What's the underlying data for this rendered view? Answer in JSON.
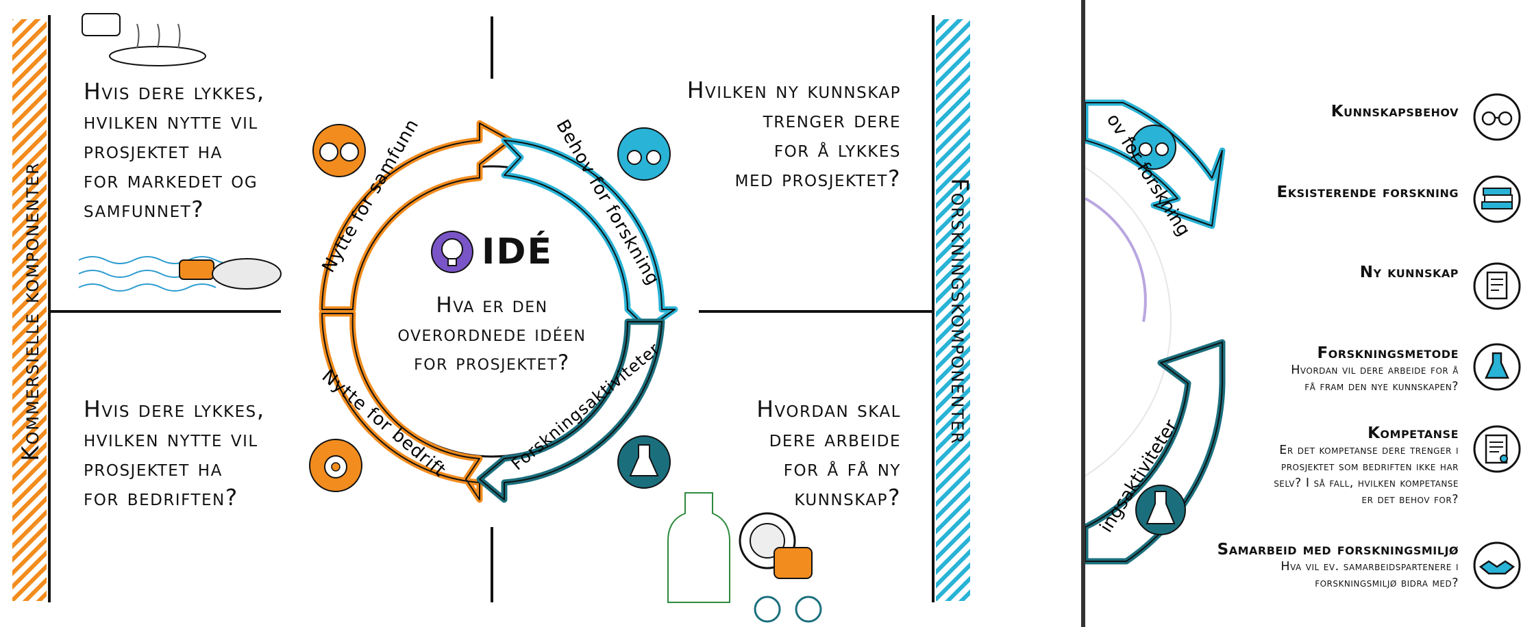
{
  "left_panel": {
    "side_title_left": "Kommersielle komponenter",
    "side_title_right": "Forskningskomponenter",
    "quadrants": {
      "top_left": [
        "Hvis dere lykkes,",
        "hvilken nytte vil",
        "prosjektet ha",
        "for markedet og",
        "samfunnet?"
      ],
      "bottom_left": [
        "Hvis dere lykkes,",
        "hvilken nytte vil",
        "prosjektet ha",
        "for bedriften?"
      ],
      "top_right": [
        "Hvilken ny kunnskap",
        "trenger dere",
        "for å lykkes",
        "med prosjektet?"
      ],
      "bottom_right": [
        "Hvordan skal",
        "dere arbeide",
        "for å få ny",
        "kunnskap?"
      ]
    },
    "center": {
      "title": "IDÉ",
      "question": [
        "Hva er den",
        "overordnede idéen",
        "for prosjektet?"
      ]
    },
    "arrows": {
      "top_left": "Nytte for samfunn",
      "top_right": "Behov for forskning",
      "bottom_left": "Nytte for bedrift",
      "bottom_right": "Forskningsaktiviteter"
    },
    "colors": {
      "commercial": "#f28c1e",
      "research": "#29b3d6",
      "research_dark": "#1b6f7d",
      "center_purple": "#b9a6e0"
    }
  },
  "right_panel": {
    "arc_labels": {
      "top": "ov for forskning",
      "bottom": "ingsaktiviteter"
    },
    "items": [
      {
        "title": "Kunnskapsbehov",
        "desc": [],
        "icon": "glasses-icon"
      },
      {
        "title": "Eksisterende forskning",
        "desc": [],
        "icon": "books-icon"
      },
      {
        "title": "Ny kunnskap",
        "desc": [],
        "icon": "document-icon"
      },
      {
        "title": "Forskningsmetode",
        "desc": [
          "Hvordan vil dere arbeide for å",
          "få fram den nye kunnskapen?"
        ],
        "icon": "flask-icon"
      },
      {
        "title": "Kompetanse",
        "desc": [
          "Er det kompetanse dere trenger i",
          "prosjektet som bedriften ikke har",
          "selv? I så fall, hvilken kompetanse",
          "er det behov for?"
        ],
        "icon": "certificate-icon"
      },
      {
        "title": "Samarbeid med forskningsmiljø",
        "desc": [
          "Hva vil ev. samarbeidspartenere i",
          "forskningsmiljø bidra med?"
        ],
        "icon": "handshake-icon"
      }
    ]
  }
}
